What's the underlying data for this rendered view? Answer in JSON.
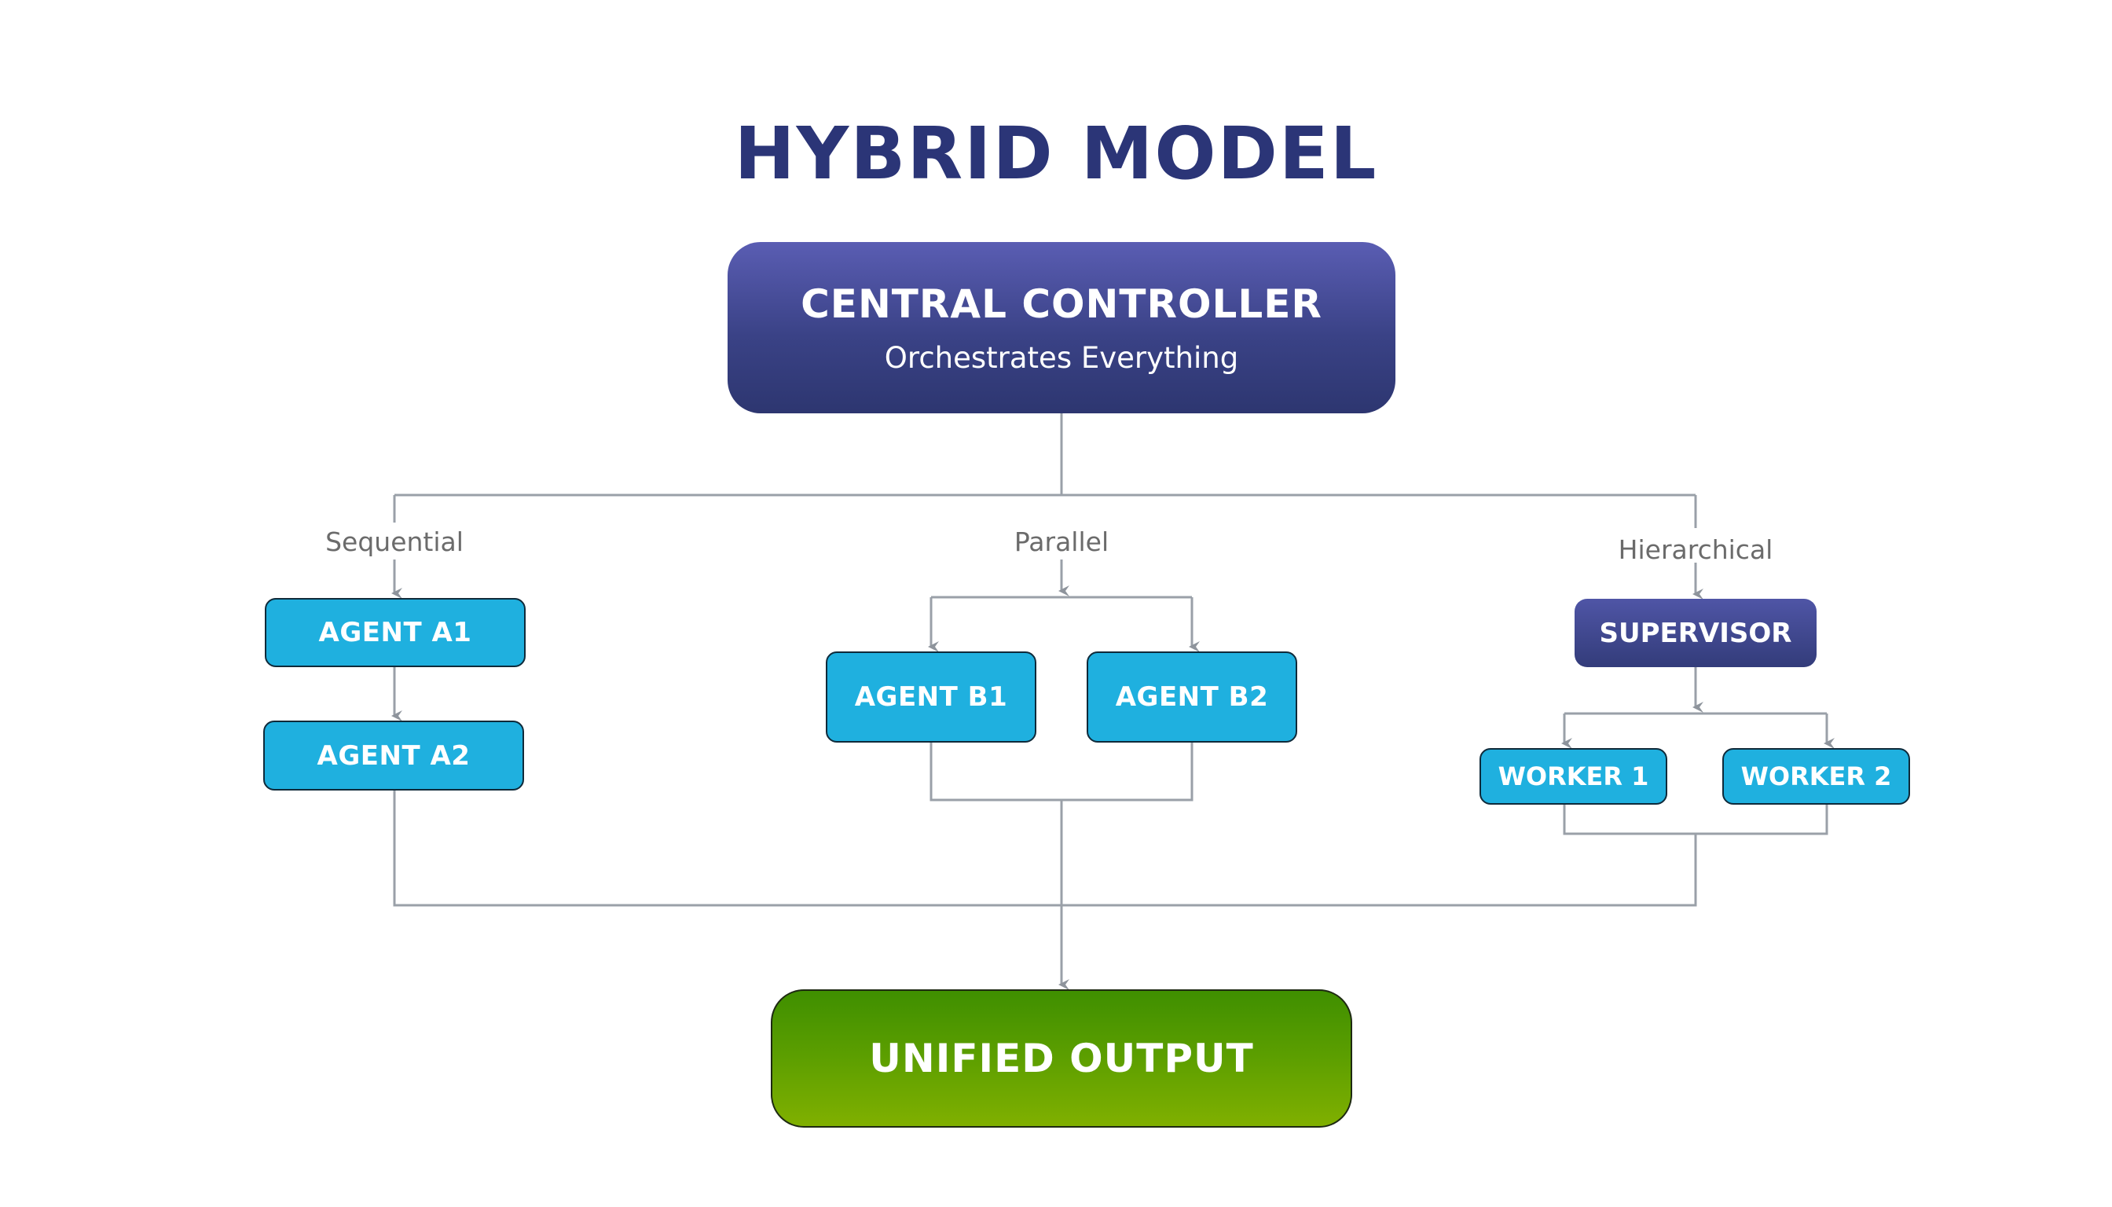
{
  "title": "HYBRID MODEL",
  "controller": {
    "label": "CENTRAL CONTROLLER",
    "subtitle": "Orchestrates Everything"
  },
  "branches": {
    "sequential": "Sequential",
    "parallel": "Parallel",
    "hierarchical": "Hierarchical"
  },
  "nodes": {
    "agent_a1": "AGENT A1",
    "agent_a2": "AGENT A2",
    "agent_b1": "AGENT B1",
    "agent_b2": "AGENT B2",
    "supervisor": "SUPERVISOR",
    "worker_1": "WORKER 1",
    "worker_2": "WORKER 2"
  },
  "output": {
    "label": "UNIFIED OUTPUT"
  },
  "colors": {
    "title": "#2b3577",
    "agent": "#1fb0df",
    "supervisor": "#3a4286",
    "output": "#5d9f00",
    "connector": "#9aa0a8"
  }
}
